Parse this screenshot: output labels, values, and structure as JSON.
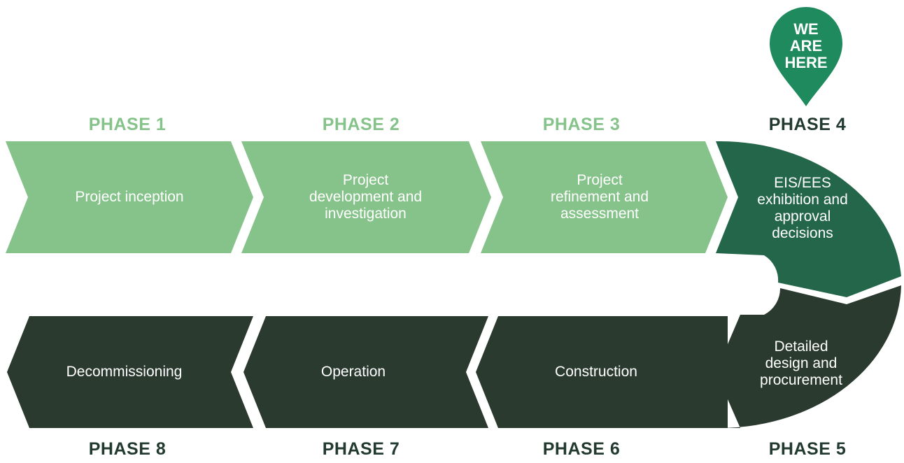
{
  "colors": {
    "light_green": "#86c38a",
    "mid_green": "#24664a",
    "dark_green": "#2a3a2f",
    "pin_green": "#1f8a5e",
    "background": "#ffffff"
  },
  "marker": {
    "text": "WE\nARE\nHERE",
    "icon": "location-pin-icon"
  },
  "phases": [
    {
      "label": "PHASE 1",
      "text": "Project inception"
    },
    {
      "label": "PHASE 2",
      "text": "Project\ndevelopment and\ninvestigation"
    },
    {
      "label": "PHASE 3",
      "text": "Project\nrefinement and\nassessment"
    },
    {
      "label": "PHASE 4",
      "text": "EIS/EES\nexhibition and\napproval\ndecisions"
    },
    {
      "label": "PHASE 5",
      "text": "Detailed\ndesign and\nprocurement"
    },
    {
      "label": "PHASE 6",
      "text": "Construction"
    },
    {
      "label": "PHASE 7",
      "text": "Operation"
    },
    {
      "label": "PHASE 8",
      "text": "Decommissioning"
    }
  ]
}
